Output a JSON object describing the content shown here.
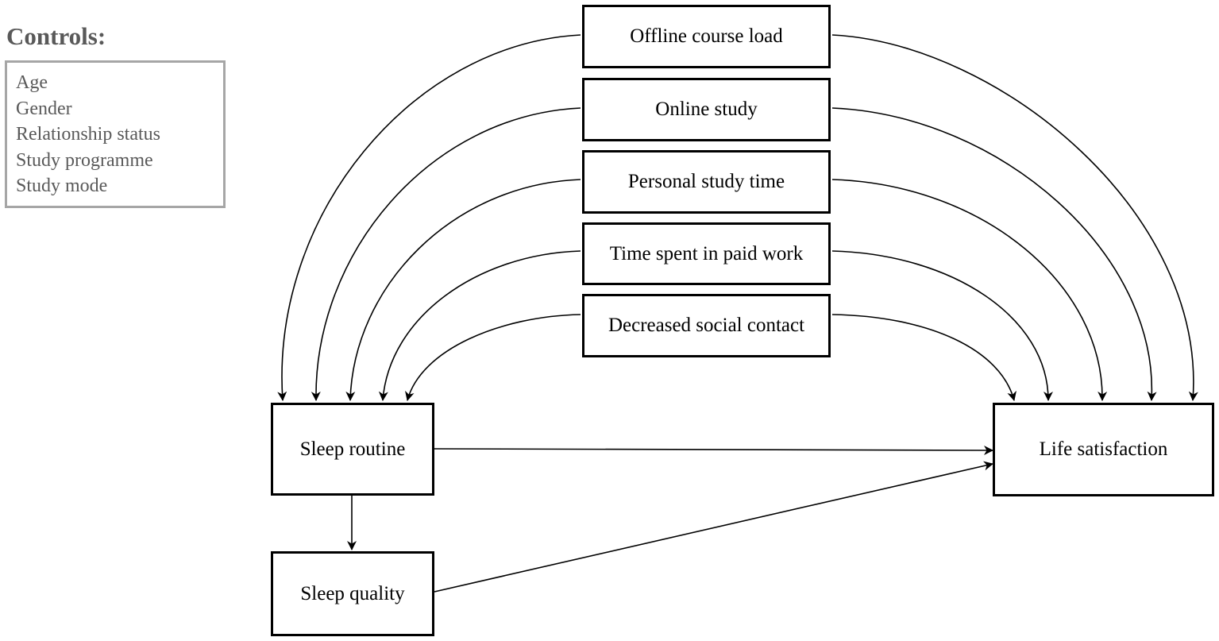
{
  "controls": {
    "title": "Controls:",
    "items": [
      "Age",
      "Gender",
      "Relationship status",
      "Study programme",
      "Study mode"
    ]
  },
  "predictors": [
    {
      "key": "offline",
      "label": "Offline course load"
    },
    {
      "key": "online",
      "label": "Online study"
    },
    {
      "key": "personal",
      "label": "Personal study time"
    },
    {
      "key": "work",
      "label": "Time spent in paid work"
    },
    {
      "key": "social",
      "label": "Decreased social contact"
    }
  ],
  "mediators": {
    "sleep_routine": "Sleep routine",
    "sleep_quality": "Sleep quality"
  },
  "outcome": {
    "life_satisfaction": "Life satisfaction"
  },
  "edges": [
    {
      "from": "offline",
      "to": "sleep_routine"
    },
    {
      "from": "online",
      "to": "sleep_routine"
    },
    {
      "from": "personal",
      "to": "sleep_routine"
    },
    {
      "from": "work",
      "to": "sleep_routine"
    },
    {
      "from": "social",
      "to": "sleep_routine"
    },
    {
      "from": "offline",
      "to": "life_satisfaction"
    },
    {
      "from": "online",
      "to": "life_satisfaction"
    },
    {
      "from": "personal",
      "to": "life_satisfaction"
    },
    {
      "from": "work",
      "to": "life_satisfaction"
    },
    {
      "from": "social",
      "to": "life_satisfaction"
    },
    {
      "from": "sleep_routine",
      "to": "life_satisfaction"
    },
    {
      "from": "sleep_routine",
      "to": "sleep_quality"
    },
    {
      "from": "sleep_quality",
      "to": "life_satisfaction"
    }
  ]
}
